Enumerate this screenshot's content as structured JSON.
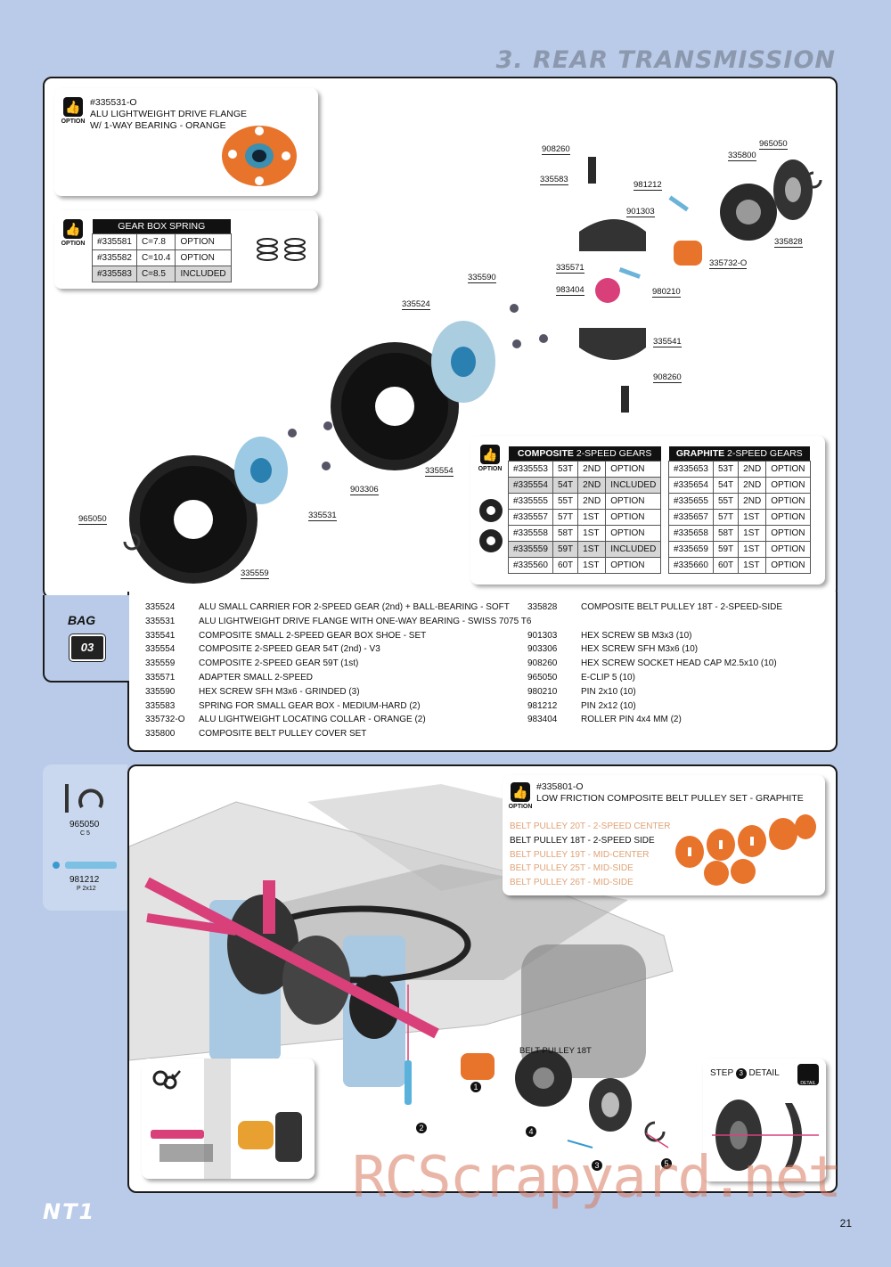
{
  "page": {
    "title": "3. REAR TRANSMISSION",
    "number": "21",
    "logo": "NT1",
    "watermark": "RCScrapyard.net"
  },
  "colors": {
    "background": "#b9cbe8",
    "orange": "#e8732a",
    "pink": "#d9407a",
    "blue_part": "#8fc4e0"
  },
  "option_flange": {
    "code": "#335531-O",
    "line1": "ALU LIGHTWEIGHT DRIVE FLANGE",
    "line2": "W/ 1-WAY BEARING - ORANGE",
    "icon_label": "OPTION"
  },
  "gear_box_spring": {
    "icon_label": "OPTION",
    "header": "GEAR BOX SPRING",
    "rows": [
      {
        "part": "#335581",
        "c": "C=7.8",
        "status": "OPTION"
      },
      {
        "part": "#335582",
        "c": "C=10.4",
        "status": "OPTION"
      },
      {
        "part": "#335583",
        "c": "C=8.5",
        "status": "INCLUDED"
      }
    ]
  },
  "diagram_labels": {
    "l908260a": "908260",
    "l335583": "335583",
    "l901303": "901303",
    "l981212": "981212",
    "l965050a": "965050",
    "l335800": "335800",
    "l335828": "335828",
    "l335732": "335732-O",
    "l335571": "335571",
    "l983404": "983404",
    "l980210": "980210",
    "l335590": "335590",
    "l335524": "335524",
    "l335541": "335541",
    "l908260b": "908260",
    "l335554": "335554",
    "l903306": "903306",
    "l335531": "335531",
    "l965050b": "965050",
    "l335559": "335559"
  },
  "two_speed_gears": {
    "icon_label": "OPTION",
    "composite_header_bold": "COMPOSITE",
    "composite_header": "2-SPEED GEARS",
    "graphite_header_bold": "GRAPHITE",
    "graphite_header": "2-SPEED GEARS",
    "composite": [
      {
        "part": "#335553",
        "t": "53T",
        "g": "2ND",
        "s": "OPTION",
        "hl": false
      },
      {
        "part": "#335554",
        "t": "54T",
        "g": "2ND",
        "s": "INCLUDED",
        "hl": true
      },
      {
        "part": "#335555",
        "t": "55T",
        "g": "2ND",
        "s": "OPTION",
        "hl": false
      },
      {
        "part": "#335557",
        "t": "57T",
        "g": "1ST",
        "s": "OPTION",
        "hl": false
      },
      {
        "part": "#335558",
        "t": "58T",
        "g": "1ST",
        "s": "OPTION",
        "hl": false
      },
      {
        "part": "#335559",
        "t": "59T",
        "g": "1ST",
        "s": "INCLUDED",
        "hl": true
      },
      {
        "part": "#335560",
        "t": "60T",
        "g": "1ST",
        "s": "OPTION",
        "hl": false
      }
    ],
    "graphite": [
      {
        "part": "#335653",
        "t": "53T",
        "g": "2ND",
        "s": "OPTION"
      },
      {
        "part": "#335654",
        "t": "54T",
        "g": "2ND",
        "s": "OPTION"
      },
      {
        "part": "#335655",
        "t": "55T",
        "g": "2ND",
        "s": "OPTION"
      },
      {
        "part": "#335657",
        "t": "57T",
        "g": "1ST",
        "s": "OPTION"
      },
      {
        "part": "#335658",
        "t": "58T",
        "g": "1ST",
        "s": "OPTION"
      },
      {
        "part": "#335659",
        "t": "59T",
        "g": "1ST",
        "s": "OPTION"
      },
      {
        "part": "#335660",
        "t": "60T",
        "g": "1ST",
        "s": "OPTION"
      }
    ]
  },
  "bag": {
    "label": "BAG",
    "number": "03"
  },
  "parts_left": [
    {
      "num": "335524",
      "desc": "ALU SMALL CARRIER FOR 2-SPEED GEAR (2nd) + BALL-BEARING - SOFT"
    },
    {
      "num": "335531",
      "desc": "ALU LIGHTWEIGHT DRIVE FLANGE WITH ONE-WAY BEARING - SWISS 7075 T6"
    },
    {
      "num": "335541",
      "desc": "COMPOSITE SMALL 2-SPEED GEAR BOX SHOE - SET"
    },
    {
      "num": "335554",
      "desc": "COMPOSITE 2-SPEED GEAR 54T (2nd) - V3"
    },
    {
      "num": "335559",
      "desc": "COMPOSITE 2-SPEED GEAR 59T (1st)"
    },
    {
      "num": "335571",
      "desc": "ADAPTER SMALL 2-SPEED"
    },
    {
      "num": "335590",
      "desc": "HEX SCREW SFH M3x6 - GRINDED (3)"
    },
    {
      "num": "335583",
      "desc": "SPRING FOR SMALL GEAR BOX - MEDIUM-HARD (2)"
    },
    {
      "num": "335732-O",
      "desc": "ALU LIGHTWEIGHT LOCATING COLLAR - ORANGE (2)"
    },
    {
      "num": "335800",
      "desc": "COMPOSITE BELT PULLEY COVER SET"
    }
  ],
  "parts_right": [
    {
      "num": "335828",
      "desc": "COMPOSITE BELT PULLEY 18T - 2-SPEED-SIDE"
    },
    {
      "num": "",
      "desc": ""
    },
    {
      "num": "901303",
      "desc": "HEX SCREW SB M3x3  (10)"
    },
    {
      "num": "903306",
      "desc": "HEX SCREW SFH M3x6  (10)"
    },
    {
      "num": "908260",
      "desc": "HEX SCREW SOCKET HEAD CAP M2.5x10  (10)"
    },
    {
      "num": "965050",
      "desc": "E-CLIP 5  (10)"
    },
    {
      "num": "980210",
      "desc": "PIN 2x10  (10)"
    },
    {
      "num": "981212",
      "desc": "PIN 2x12  (10)"
    },
    {
      "num": "983404",
      "desc": "ROLLER PIN 4x4 MM  (2)"
    }
  ],
  "side_parts": [
    {
      "num": "965050",
      "sub": "C 5"
    },
    {
      "num": "981212",
      "sub": "P 2x12"
    }
  ],
  "belt_pulley_option": {
    "icon_label": "OPTION",
    "code": "#335801-O",
    "title": "LOW FRICTION COMPOSITE BELT PULLEY SET - GRAPHITE",
    "items": [
      {
        "text": "BELT PULLEY 20T - 2-SPEED CENTER",
        "active": false
      },
      {
        "text": "BELT PULLEY 18T - 2-SPEED SIDE",
        "active": true
      },
      {
        "text": "BELT PULLEY 19T - MID-CENTER",
        "active": false
      },
      {
        "text": "BELT PULLEY 25T - MID-SIDE",
        "active": false
      },
      {
        "text": "BELT PULLEY 26T - MID-SIDE",
        "active": false
      }
    ]
  },
  "assembly": {
    "belt_label": "BELT PULLEY 18T",
    "step_prefix": "STEP",
    "step_num": "3",
    "step_suffix": "DETAIL",
    "detail_icon": "DETAIL",
    "steps": [
      "1",
      "2",
      "3",
      "4",
      "5"
    ]
  }
}
